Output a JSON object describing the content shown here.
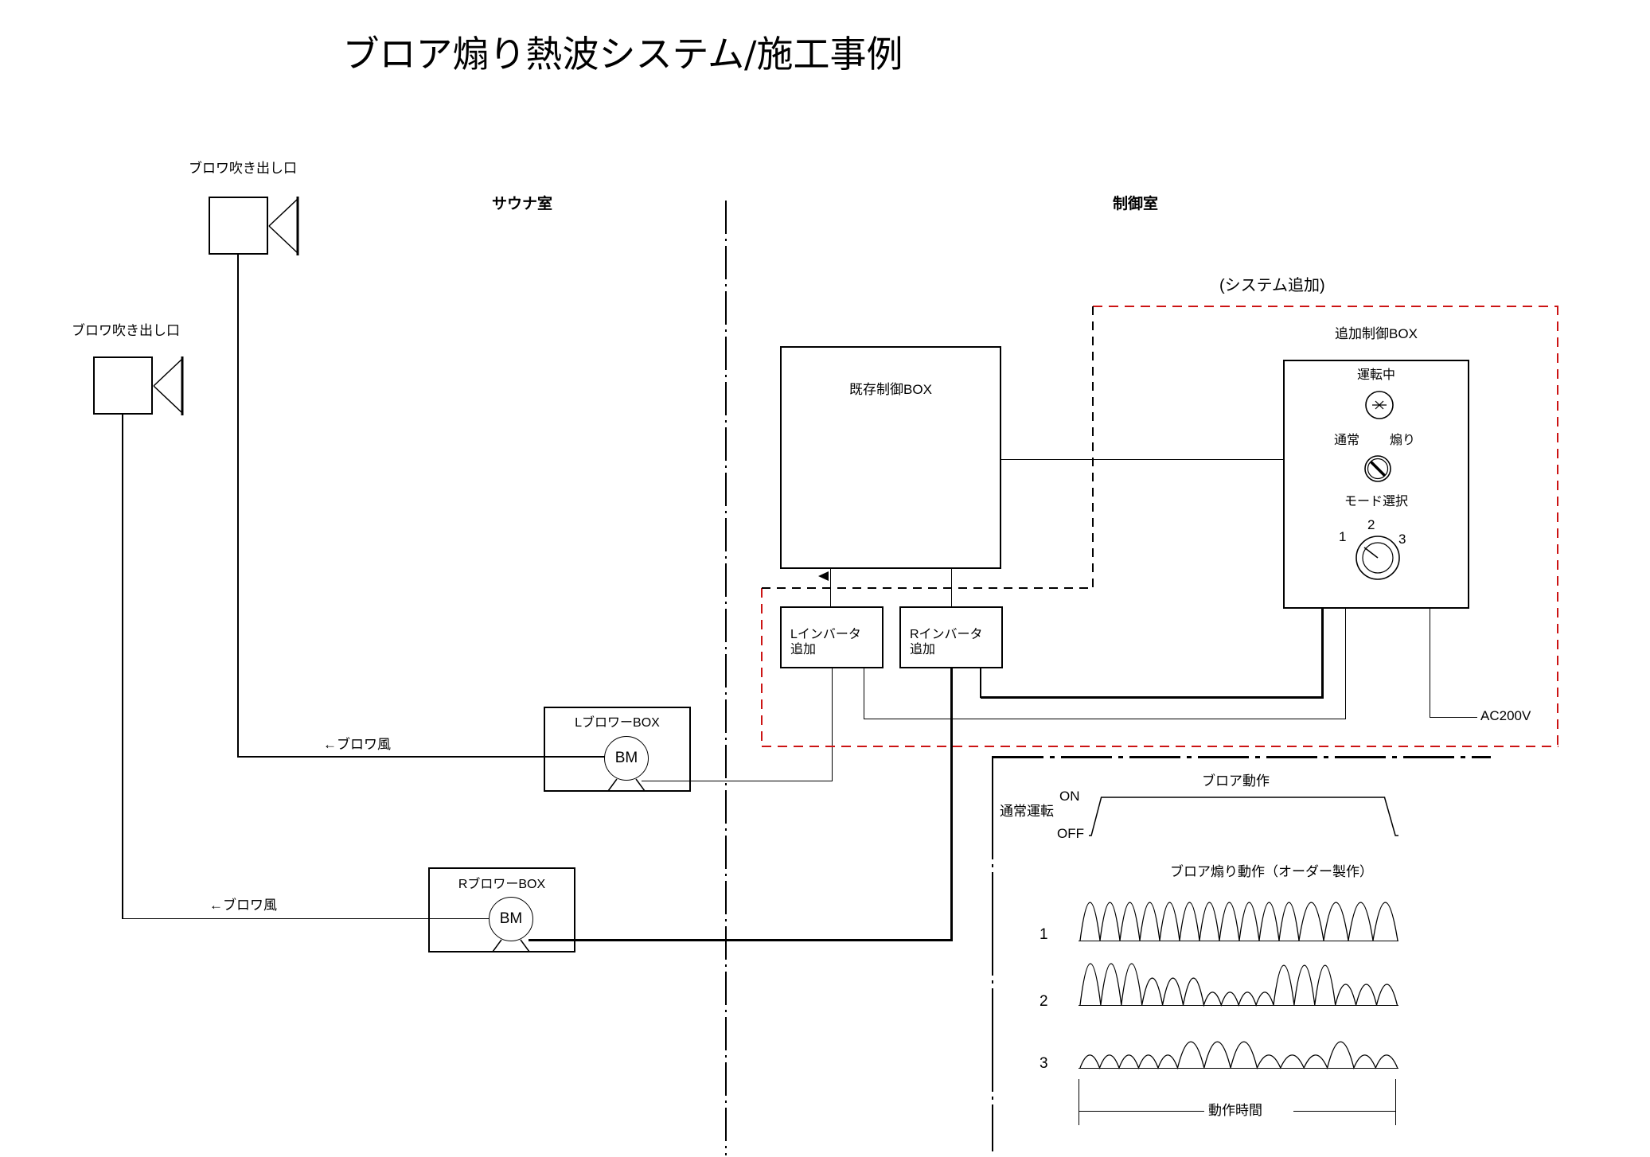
{
  "page": {
    "background": "#ffffff",
    "line_color": "#000000",
    "accent_red": "#cc1414"
  },
  "title": "ブロア煽り熱波システム/施工事例",
  "rooms": {
    "sauna_label": "サウナ室",
    "control_label": "制御室"
  },
  "outlets": {
    "outlet1_label": "ブロワ吹き出し口",
    "outlet2_label": "ブロワ吹き出し口"
  },
  "flows": {
    "wind1_label": "←ブロワ風",
    "wind2_label": "←ブロワ風"
  },
  "blower_boxes": {
    "l_label": "LブロワーBOX",
    "r_label": "RブロワーBOX",
    "motor_label": "BM"
  },
  "system_addition": {
    "caption": "(システム追加)"
  },
  "control_boxes": {
    "existing_label": "既存制御BOX",
    "additional_label": "追加制御BOX",
    "running_label": "運転中",
    "switch_left_label": "通常",
    "switch_right_label": "煽り",
    "mode_label": "モード選択",
    "dial_numbers": [
      "1",
      "2",
      "3"
    ]
  },
  "inverters": {
    "l_line1": "Lインバータ",
    "l_line2": "追加",
    "r_line1": "Rインバータ",
    "r_line2": "追加"
  },
  "power_label": "AC200V",
  "waveform_panel": {
    "chart1_title": "ブロア動作",
    "chart1_row_label": "通常運転",
    "on_label": "ON",
    "off_label": "OFF",
    "chart2_title": "ブロア煽り動作（オーダー製作）",
    "mode_labels": [
      "1",
      "2",
      "3"
    ],
    "duration_label": "動作時間"
  },
  "chart_data": [
    {
      "type": "line",
      "title": "ブロア動作",
      "row_label": "通常運転",
      "y_states": [
        "ON",
        "OFF"
      ],
      "x_label": "動作時間",
      "shape": "trapezoid",
      "profile": [
        [
          0.008,
          0
        ],
        [
          0.04,
          1
        ],
        [
          0.955,
          1
        ],
        [
          0.99,
          0
        ]
      ]
    },
    {
      "type": "line",
      "title": "ブロア煽り動作（オーダー製作）",
      "mode": "1",
      "description": "uniform continuous oscillation, slightly slower at end",
      "peak_widths": [
        25,
        25,
        25,
        25,
        25,
        25,
        25,
        25,
        25,
        25,
        25,
        31,
        31,
        31,
        31
      ],
      "peak_heights": [
        0.92,
        0.92,
        0.92,
        0.92,
        0.92,
        0.92,
        0.92,
        0.92,
        0.92,
        0.92,
        0.92,
        0.92,
        0.92,
        0.92,
        0.92
      ]
    },
    {
      "type": "line",
      "title": "ブロア煽り動作（オーダー製作）",
      "mode": "2",
      "description": "amplitude swells: large, medium, small ripple, large again, medium",
      "peak_widths": [
        26,
        26,
        26,
        26,
        26,
        26,
        22,
        22,
        22,
        22,
        26,
        26,
        26,
        26,
        26,
        26
      ],
      "peak_heights": [
        1,
        1,
        1,
        0.65,
        0.65,
        0.65,
        0.31,
        0.31,
        0.31,
        0.31,
        0.96,
        0.96,
        0.96,
        0.5,
        0.5,
        0.5
      ]
    },
    {
      "type": "line",
      "title": "ブロア煽り動作（オーダー製作）",
      "mode": "3",
      "description": "small ripple with periodic larger bursts",
      "peak_widths": [
        25,
        25,
        25,
        25,
        25,
        34,
        34,
        34,
        30,
        30,
        30,
        34,
        28,
        28
      ],
      "peak_heights": [
        0.31,
        0.31,
        0.31,
        0.31,
        0.31,
        0.63,
        0.63,
        0.63,
        0.31,
        0.31,
        0.31,
        0.63,
        0.31,
        0.31
      ]
    }
  ]
}
